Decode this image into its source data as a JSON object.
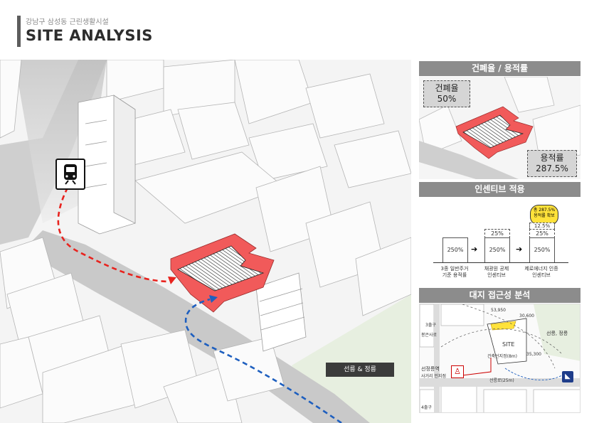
{
  "header": {
    "subtitle": "강남구 삼성동 근린생활시설",
    "title": "SITE ANALYSIS"
  },
  "main_map": {
    "legend_label": "선릉 & 정릉",
    "icons": [
      "train-icon"
    ]
  },
  "far_panel": {
    "heading": "건폐율 / 용적률",
    "coverage_label": "건폐율",
    "coverage_value": "50%",
    "far_label": "용적률",
    "far_value": "287.5%"
  },
  "incentive_panel": {
    "heading": "인센티브 적용",
    "callout": [
      "총 287.5%",
      "용적률 확보"
    ],
    "bars": [
      {
        "base": "250%",
        "label": [
          "3종 일반주거",
          "기준 용적률"
        ]
      },
      {
        "base": "250%",
        "extra": "25%",
        "label": [
          "채광원 공제",
          "인센티브"
        ]
      },
      {
        "base": "250%",
        "extra": "25%",
        "top": "12.5%",
        "label": [
          "제로에너지 인증",
          "인센티브"
        ]
      }
    ]
  },
  "access_panel": {
    "heading": "대지 접근성 분석",
    "site_label": "SITE",
    "dims": [
      "53,950",
      "30,600",
      "35,300"
    ],
    "labels": {
      "exit3": "3출구",
      "exit4": "4출구",
      "station": "선정릉역",
      "station_sub": "사거리 인지점",
      "park": "선릉, 정릉",
      "road_main": "선릉로(25m)",
      "road_side": "건축선지정(8m)",
      "road_left": "봉은사로"
    }
  },
  "colors": {
    "site_red": "#f15a5a",
    "route_red": "#e8231e",
    "route_blue": "#1e5fbf",
    "park_green": "#e7efe0",
    "header_gray": "#8c8c8c"
  }
}
